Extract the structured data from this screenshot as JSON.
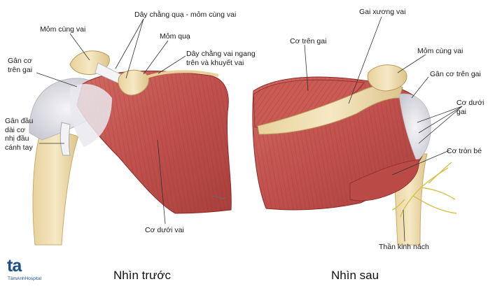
{
  "labels": {
    "mom_cung_vai_front": "Mỏm cùng vai",
    "day_chang_qua_mom": "Dây chằng quạ - mỏm cùng vai",
    "mom_qua": "Mỏm quạ",
    "day_chang_vai_ngang": "Dây chằng vai ngang\ntrên và khuyết vai",
    "gan_co_tren_gai_front": "Gân cơ\ntrên gai",
    "gan_dau_dai": "Gân đầu\ndài cơ\nnhị đầu\ncánh tay",
    "co_duoi_vai": "Cơ dưới vai",
    "gai_xuong_vai": "Gai xương vai",
    "co_tren_gai": "Cơ trên gai",
    "mom_cung_vai_back": "Mỏm cùng vai",
    "gan_co_tren_gai_back": "Gân cơ trên gai",
    "co_duoi_gai": "Cơ dưới\ngai",
    "co_tron_be": "Cơ tròn bé",
    "than_kinh_nach": "Thần kinh nách"
  },
  "captions": {
    "front": "Nhìn trước",
    "back": "Nhìn sau"
  },
  "logo": {
    "mark": "ta",
    "name": "TâmAnhHospital"
  },
  "colors": {
    "muscle": "#c0504d",
    "muscle_dark": "#8e2b28",
    "bone": "#f1dfb1",
    "tendon": "#e6e6ea",
    "nerve": "#d6c24e",
    "brand": "#1c4f86"
  }
}
